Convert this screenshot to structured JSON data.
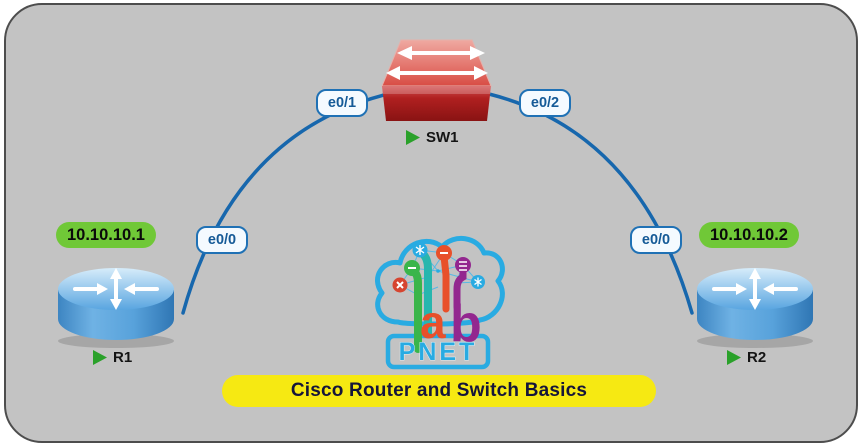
{
  "canvas": {
    "background_outer": "#ffffff",
    "background_board": "#c3c3c3",
    "board_border": "#4d4d4d"
  },
  "devices": {
    "sw1": {
      "name": "SW1",
      "type": "switch",
      "status": "running"
    },
    "r1": {
      "name": "R1",
      "type": "router",
      "status": "running",
      "ip": "10.10.10.1"
    },
    "r2": {
      "name": "R2",
      "type": "router",
      "status": "running",
      "ip": "10.10.10.2"
    }
  },
  "links": [
    {
      "endpoints": "R1-SW1",
      "labels": [
        {
          "text": "e0/0"
        },
        {
          "text": "e0/1"
        }
      ]
    },
    {
      "endpoints": "SW1-R2",
      "labels": [
        {
          "text": "e0/2"
        },
        {
          "text": "e0/0"
        }
      ]
    }
  ],
  "banner": {
    "label": "Cisco Router and Switch Basics",
    "bg": "#f6e912",
    "text_color": "#15153a"
  },
  "logo": {
    "brand": "PNET",
    "word": "lab",
    "letter_a": "a",
    "letter_b": "b",
    "cloud_color": "#29abe2"
  },
  "colors": {
    "link": "#1767ad",
    "iface_pill_border": "#1f71b5",
    "iface_pill_text": "#155a97",
    "ip_pill_bg": "#70c837",
    "switch_red": "#b02020",
    "router_blue": "#4d9ad6",
    "status_play_green": "#2aa12a"
  }
}
